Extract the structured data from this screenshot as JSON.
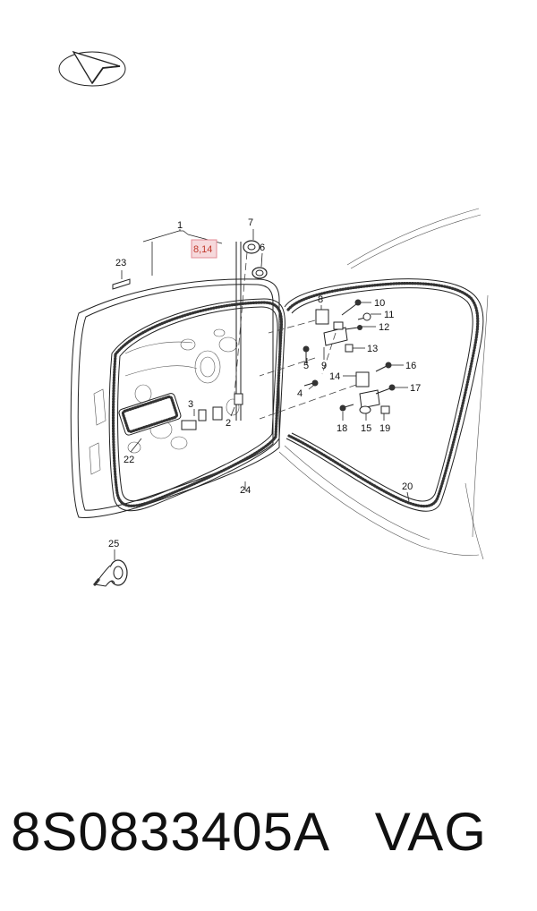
{
  "labels": {
    "l1": "1",
    "l2": "2",
    "l3": "3",
    "l4": "4",
    "l5": "5",
    "l6": "6",
    "l7": "7",
    "l8": "8",
    "l9": "9",
    "l10": "10",
    "l11": "11",
    "l12": "12",
    "l13": "13",
    "l14": "14",
    "l15": "15",
    "l16": "16",
    "l17": "17",
    "l18": "18",
    "l19": "19",
    "l20": "20",
    "l22": "22",
    "l23": "23",
    "l24": "24",
    "l25": "25",
    "ref": "8,14"
  },
  "footer": {
    "part_number": "8S0833405A",
    "brand": "VAG"
  },
  "colors": {
    "highlight_fill": "#f6d9dc",
    "highlight_stroke": "#e38b95",
    "ref_text": "#c0392b"
  },
  "icons": {
    "logo": "direction-arrow-logo-icon"
  }
}
